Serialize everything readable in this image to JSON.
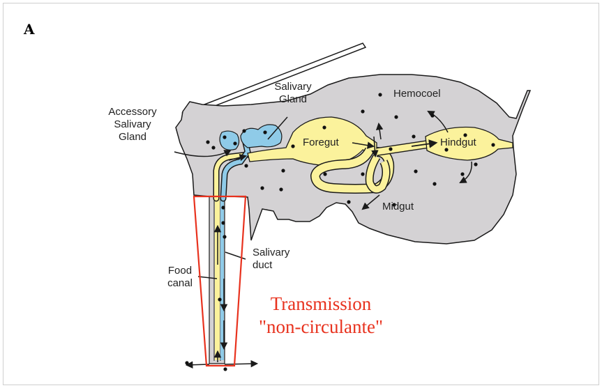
{
  "panel": {
    "letter": "A"
  },
  "labels": {
    "accessory_salivary_gland": [
      "Accessory",
      "Salivary",
      "Gland"
    ],
    "salivary_gland": [
      "Salivary",
      "Gland"
    ],
    "hemocoel": "Hemocoel",
    "foregut": "Foregut",
    "hindgut": "Hindgut",
    "midgut": "Midgut",
    "salivary_duct": [
      "Salivary",
      "duct"
    ],
    "food_canal": [
      "Food",
      "canal"
    ]
  },
  "annotation": {
    "line1": "Transmission",
    "line2": "\"non-circulante\"",
    "color": "#e8321e"
  },
  "colors": {
    "body": "#d4d2d4",
    "outline": "#1a1a1a",
    "gut": "#fbf29c",
    "salivary": "#8fcbe8",
    "highlight": "#e8321e"
  }
}
